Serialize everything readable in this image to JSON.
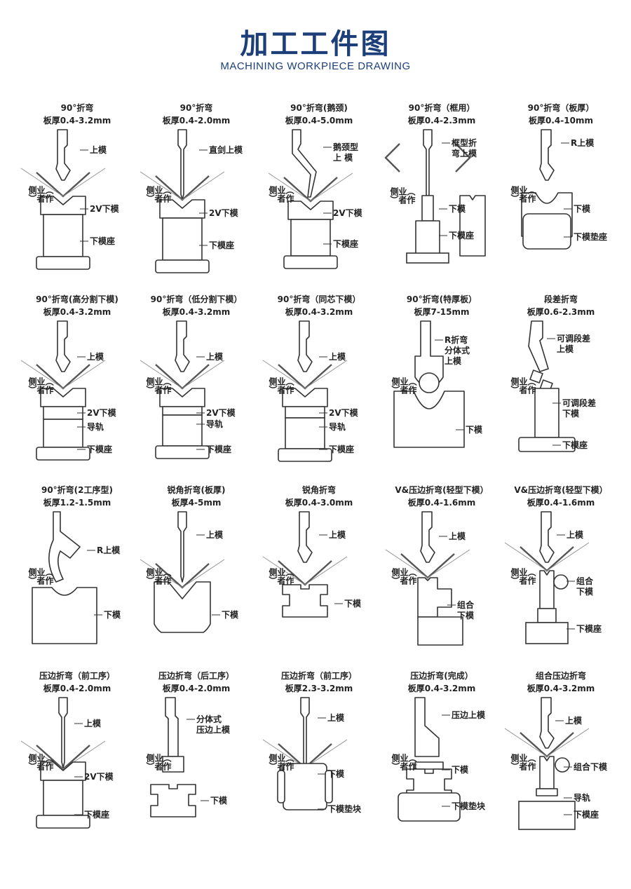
{
  "header": {
    "title": "加工工件图",
    "subtitle": "MACHINING WORKPIECE DRAWING"
  },
  "colors": {
    "title": "#1c3f7a",
    "line": "#333333"
  },
  "side_label": "（作业者侧）",
  "panels": [
    {
      "title": "90°折弯",
      "spec": "板厚0.4-3.2mm",
      "labels": [
        "上模",
        "2V下模",
        "下模座"
      ]
    },
    {
      "title": "90°折弯",
      "spec": "板厚0.4-2.0mm",
      "labels": [
        "直剑上模",
        "2V下模",
        "下模座"
      ]
    },
    {
      "title": "90°折弯(鹅颈)",
      "spec": "板厚0.4-5.0mm",
      "labels": [
        "鹅颈型\n上 模",
        "2V下模",
        "下模座"
      ]
    },
    {
      "title": "90°折弯（框用）",
      "spec": "板厚0.4-2.3mm",
      "labels": [
        "框型折\n弯上模",
        "下模",
        "下模座"
      ]
    },
    {
      "title": "90°折弯（板厚）",
      "spec": "板厚0.4-10mm",
      "labels": [
        "R上模",
        "下模",
        "下模垫座"
      ]
    },
    {
      "title": "90°折弯(高分割下模)",
      "spec": "板厚0.4-3.2mm",
      "labels": [
        "上模",
        "2V下模",
        "导轨",
        "下模座"
      ]
    },
    {
      "title": "90°折弯（低分割下模）",
      "spec": "板厚0.4-3.2mm",
      "labels": [
        "上模",
        "2V下模",
        "导轨",
        "下模座"
      ]
    },
    {
      "title": "90°折弯（同芯下模）",
      "spec": "板厚0.4-3.2mm",
      "labels": [
        "上模",
        "2V下模",
        "导轨",
        "下模座"
      ]
    },
    {
      "title": "90°折弯(特厚板）",
      "spec": "板厚7-15mm",
      "labels": [
        "R折弯\n分体式\n上模",
        "下模"
      ]
    },
    {
      "title": "段差折弯",
      "spec": "板厚0.6-2.3mm",
      "labels": [
        "可调段差\n上模",
        "可调段差\n下模",
        "下模座"
      ]
    },
    {
      "title": "90°折弯(2工序型)",
      "spec": "板厚1.2-1.5mm",
      "labels": [
        "R上模",
        "下模"
      ]
    },
    {
      "title": "锐角折弯(板厚)",
      "spec": "板厚4-5mm",
      "labels": [
        "上模",
        "下模"
      ]
    },
    {
      "title": "锐角折弯",
      "spec": "板厚0.4-3.0mm",
      "labels": [
        "上模",
        "下模"
      ]
    },
    {
      "title": "V&压边折弯(轻型下模）",
      "spec": "板厚0.4-1.6mm",
      "labels": [
        "上模",
        "组合\n下模"
      ]
    },
    {
      "title": "V&压边折弯(轻型下模）",
      "spec": "板厚0.4-1.6mm",
      "labels": [
        "上模",
        "组合\n下模",
        "下模座"
      ]
    },
    {
      "title": "压边折弯（前工序）",
      "spec": "板厚0.4-2.0mm",
      "labels": [
        "上模",
        "2V下模",
        "下模座"
      ]
    },
    {
      "title": "压边折弯（后工序）",
      "spec": "板厚0.4-2.0mm",
      "labels": [
        "分体式\n压边上模",
        "下模"
      ]
    },
    {
      "title": "压边折弯（前工序）",
      "spec": "板厚2.3-3.2mm",
      "labels": [
        "上模",
        "下模",
        "下模垫块"
      ]
    },
    {
      "title": "压边折弯(完成）",
      "spec": "板厚0.4-3.2mm",
      "labels": [
        "压边上模",
        "下模",
        "下模垫块"
      ]
    },
    {
      "title": "组合压边折弯",
      "spec": "板厚0.4-3.2mm",
      "labels": [
        "上模",
        "组合下模",
        "导轨",
        "下模座"
      ]
    }
  ]
}
